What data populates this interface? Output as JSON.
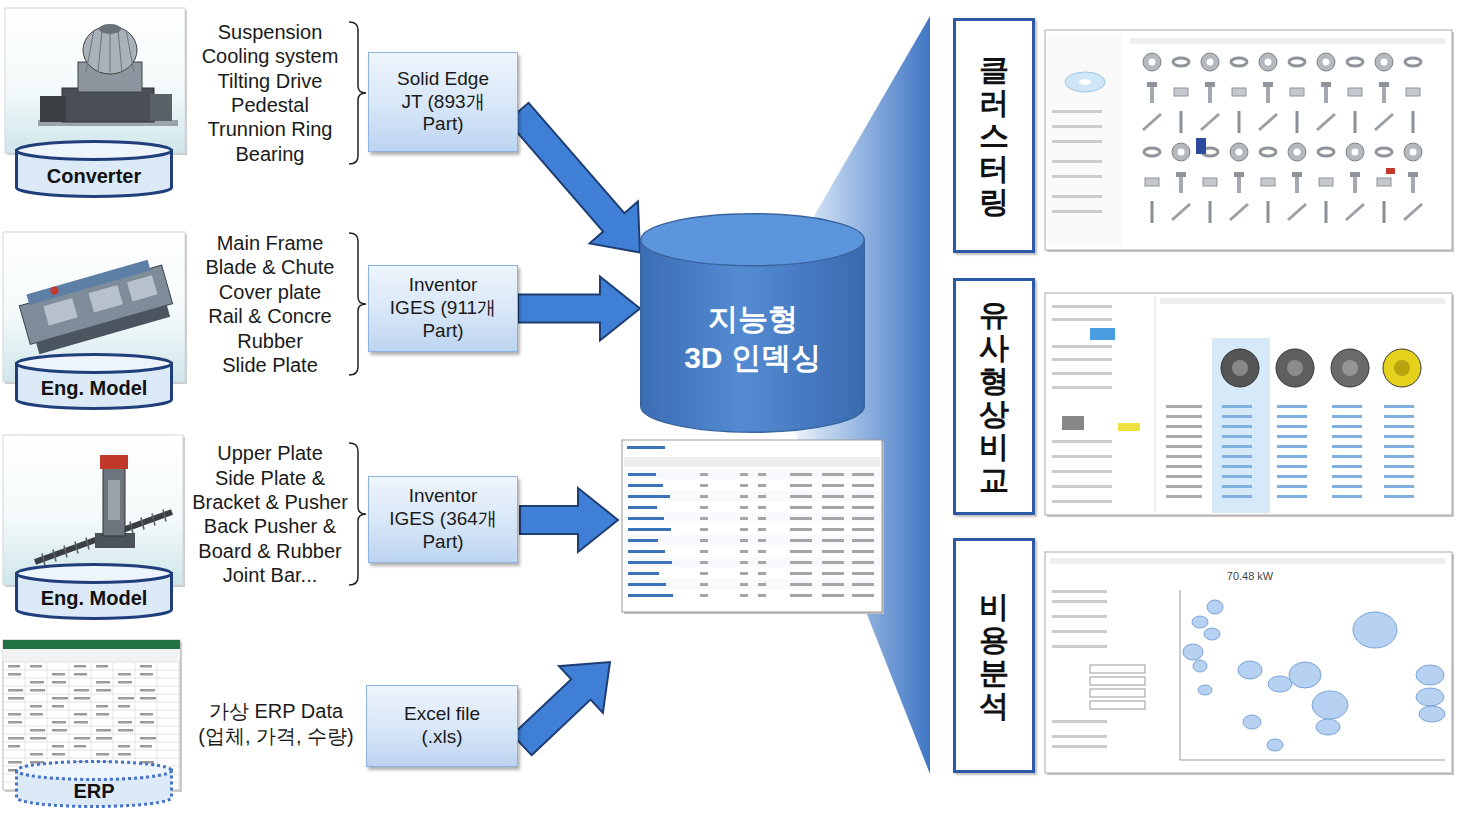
{
  "diagram": {
    "nodes": [
      {
        "text": [
          "Converter"
        ]
      },
      {
        "text": [
          "Solid Edge JT (893개 Part)"
        ]
      },
      {
        "text": [
          "Eng. Model"
        ]
      },
      {
        "text": [
          "Inventor IGES (911개 Part)"
        ]
      },
      {
        "text": [
          "Eng. Model"
        ]
      },
      {
        "text": [
          "Inventor IGES (364개 Part)"
        ]
      },
      {
        "text": [
          "ERP"
        ]
      },
      {
        "text": [
          "Excel file (.xls)"
        ]
      },
      {
        "text": [
          "지능형 3D 인덱싱"
        ]
      },
      {
        "text": [
          "클러스터링"
        ]
      },
      {
        "text": [
          "유사형상비교"
        ]
      },
      {
        "text": [
          "비용분석"
        ]
      }
    ],
    "edges": [
      {
        "from": 1,
        "to": 8,
        "arrow": "to"
      },
      {
        "from": 3,
        "to": 8,
        "arrow": "to"
      }
    ],
    "labels": [
      "Suspension",
      "Cooling system",
      "Tilting Drive",
      "Pedestal",
      "Trunnion Ring",
      "Bearing",
      "Main Frame",
      "Blade & Chute",
      "Cover plate",
      "Rail & Concre",
      "Rubber",
      "Slide Plate",
      "Upper Plate",
      "Side Plate &",
      "Bracket & Pusher",
      "Back Pusher &",
      "Board & Rubber",
      "Joint Bar...",
      "가상 ERP Data",
      "(업체, 가격, 수량)",
      "70.48 kW"
    ]
  }
}
